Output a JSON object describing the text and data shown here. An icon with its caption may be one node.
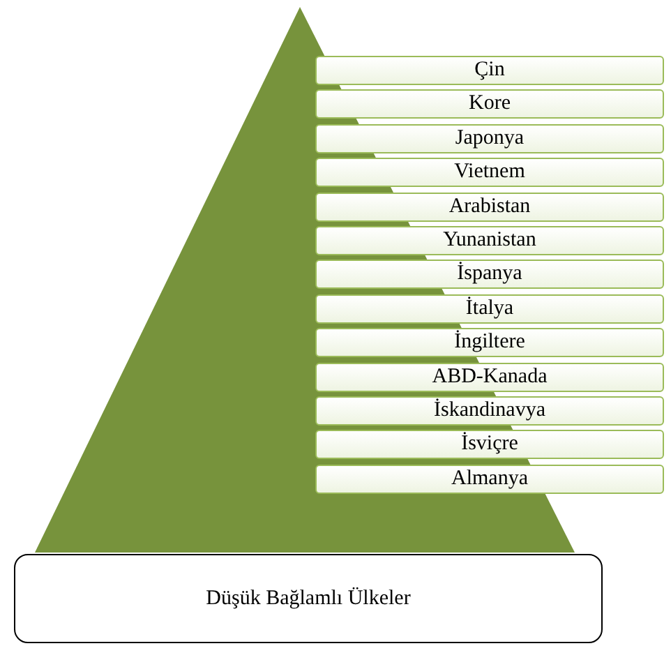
{
  "diagram": {
    "nodes": [
      {
        "text": [
          "Çin"
        ]
      },
      {
        "text": [
          "Kore"
        ]
      },
      {
        "text": [
          "Japonya"
        ]
      },
      {
        "text": [
          "Vietnem"
        ]
      },
      {
        "text": [
          "Arabistan"
        ]
      },
      {
        "text": [
          "Yunanistan"
        ]
      },
      {
        "text": [
          "İspanya"
        ]
      },
      {
        "text": [
          "İtalya"
        ]
      },
      {
        "text": [
          "İngiltere"
        ]
      },
      {
        "text": [
          "ABD-Kanada"
        ]
      },
      {
        "text": [
          "İskandinavya"
        ]
      },
      {
        "text": [
          "İsviçre"
        ]
      },
      {
        "text": [
          "Almanya"
        ]
      },
      {
        "text": [
          "Düşük Bağlamlı Ülkeler"
        ]
      }
    ]
  }
}
